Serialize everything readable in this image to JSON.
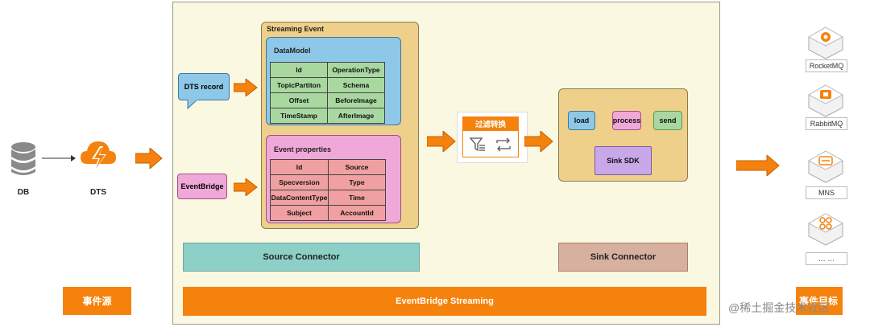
{
  "source": {
    "db_label": "DB",
    "dts_label": "DTS",
    "event_source_label": "事件源"
  },
  "inputs": {
    "dts_record": "DTS record",
    "eventbridge": "EventBridge"
  },
  "streaming_event": {
    "title": "Streaming Event",
    "datamodel": {
      "title": "DataModel",
      "rows": [
        [
          "Id",
          "OperationType"
        ],
        [
          "TopicPartiton",
          "Schema"
        ],
        [
          "Offset",
          "BeforeImage"
        ],
        [
          "TimeStamp",
          "AfterImage"
        ]
      ]
    },
    "event_properties": {
      "title": "Event properties",
      "rows": [
        [
          "Id",
          "Source"
        ],
        [
          "Specversion",
          "Type"
        ],
        [
          "DataContentType",
          "Time"
        ],
        [
          "Subject",
          "AccountId"
        ]
      ]
    }
  },
  "filter": {
    "title": "过滤转换"
  },
  "sink": {
    "load": "load",
    "process": "process",
    "send": "send",
    "sdk": "Sink SDK"
  },
  "connectors": {
    "source": "Source Connector",
    "sink": "Sink Connector",
    "streaming": "EventBridge Streaming"
  },
  "targets": {
    "items": [
      "RocketMQ",
      "RabbitMQ",
      "MNS",
      "… …"
    ],
    "event_target_label": "事件目标"
  },
  "watermark": "@稀土掘金技术社区",
  "colors": {
    "orange": "#f5820d",
    "blue": "#8ec8e8",
    "pink": "#f0a8d8",
    "green": "#a8d8a0",
    "teal": "#8cd0c8",
    "tan": "#efd08a"
  }
}
